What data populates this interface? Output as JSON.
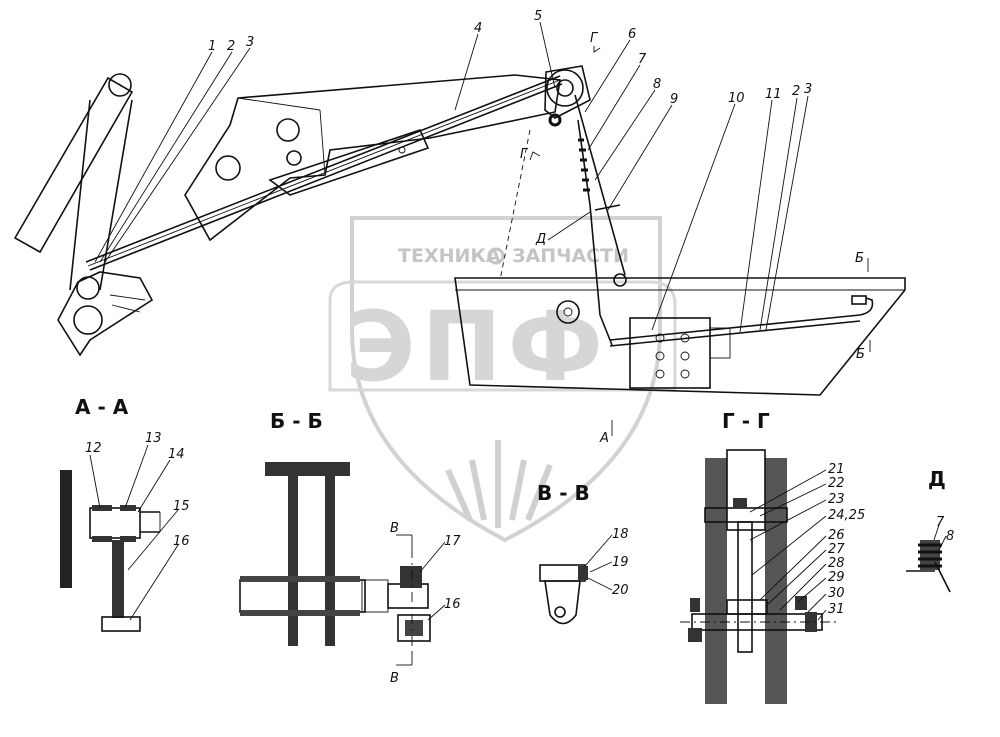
{
  "watermark": {
    "top_text_left": "ТЕХНИКА",
    "top_text_right": "ЗАПЧАСТИ",
    "logo_letters": "ЭПФ"
  },
  "sections": {
    "aa": "А - А",
    "bb": "Б - Б",
    "vv": "В - В",
    "gg": "Г - Г",
    "d": "Д"
  },
  "section_markers": {
    "g_top": "Г",
    "g_mid": "Г",
    "b_top": "Б",
    "b_bottom": "Б",
    "a": "А",
    "d": "Д",
    "v_top": "В",
    "v_bottom": "В"
  },
  "callouts": {
    "n1": "1",
    "n2": "2",
    "n3": "3",
    "n4": "4",
    "n5": "5",
    "n6": "6",
    "n7": "7",
    "n8": "8",
    "n9": "9",
    "n10": "10",
    "n11": "11",
    "n2b": "2",
    "n3b": "3",
    "n12": "12",
    "n13": "13",
    "n14": "14",
    "n15": "15",
    "n16": "16",
    "n16b": "16",
    "n17": "17",
    "n18": "18",
    "n19": "19",
    "n20": "20",
    "n21": "21",
    "n22": "22",
    "n23": "23",
    "n2425": "24,25",
    "n26": "26",
    "n27": "27",
    "n28": "28",
    "n29": "29",
    "n30": "30",
    "n31": "31",
    "n7d": "7",
    "n8d": "8"
  }
}
